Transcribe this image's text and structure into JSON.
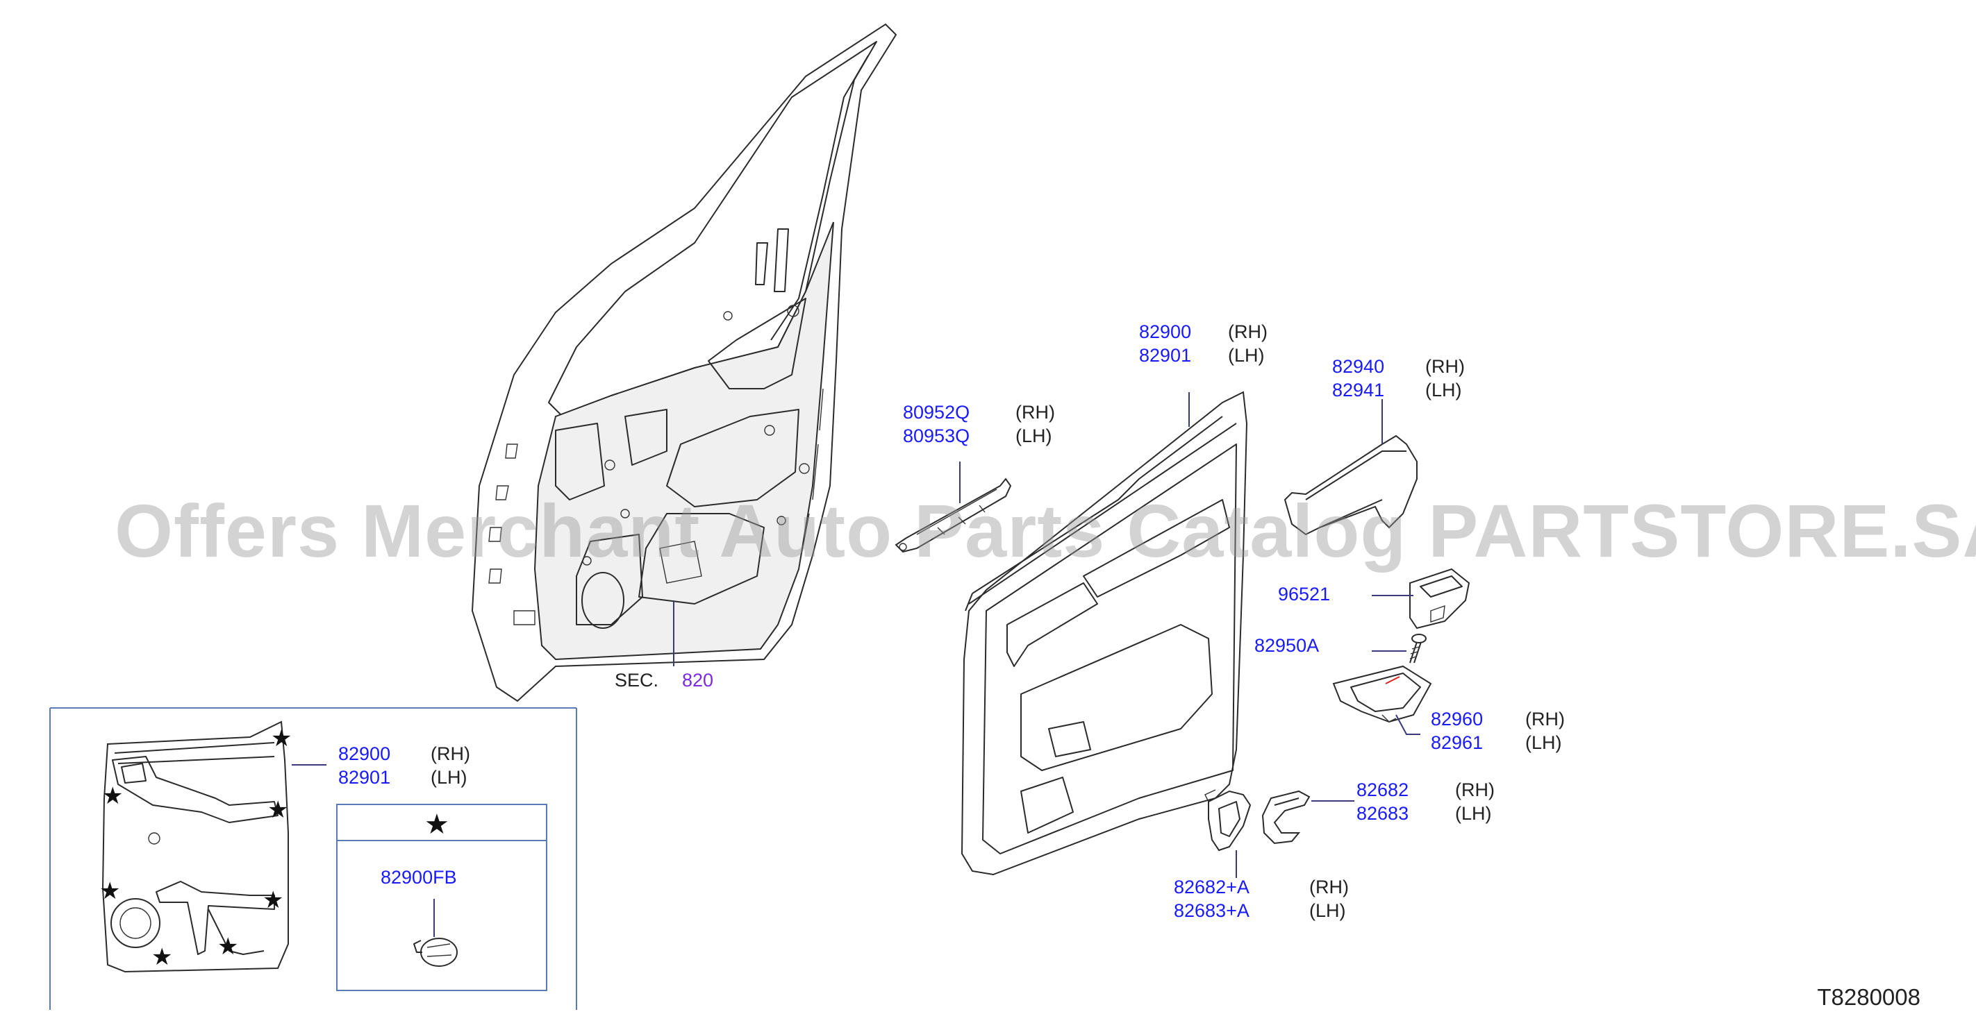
{
  "watermark": "Offers Merchant Auto Parts Catalog PARTSTORE.SA",
  "diagram_code": "T8280008",
  "section_ref": {
    "prefix": "SEC.",
    "number": "820"
  },
  "parts": {
    "door_trim_main": {
      "rh": "82900",
      "lh": "82901",
      "rh_side": "(RH)",
      "lh_side": "(LH)"
    },
    "bracket": {
      "rh": "80952Q",
      "lh": "80953Q",
      "rh_side": "(RH)",
      "lh_side": "(LH)"
    },
    "pull_handle": {
      "rh": "82940",
      "lh": "82941",
      "rh_side": "(RH)",
      "lh_side": "(LH)"
    },
    "switch_finisher": {
      "number": "96521"
    },
    "screw": {
      "number": "82950A"
    },
    "pull_pocket": {
      "rh": "82960",
      "lh": "82961",
      "rh_side": "(RH)",
      "lh_side": "(LH)"
    },
    "inside_handle": {
      "rh": "82682",
      "lh": "82683",
      "rh_side": "(RH)",
      "lh_side": "(LH)"
    },
    "escutcheon": {
      "rh": "82682+A",
      "lh": "82683+A",
      "rh_side": "(RH)",
      "lh_side": "(LH)"
    }
  },
  "inset": {
    "trim": {
      "rh": "82900",
      "lh": "82901",
      "rh_side": "(RH)",
      "lh_side": "(LH)"
    },
    "legend_symbol": "★",
    "clip": {
      "number": "82900FB"
    }
  }
}
